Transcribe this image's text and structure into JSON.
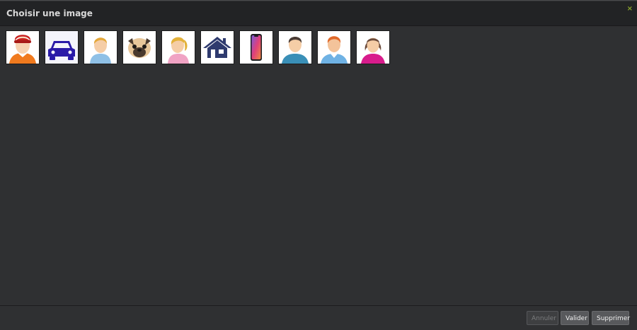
{
  "dialog": {
    "title": "Choisir une image",
    "close_glyph": "×"
  },
  "images": [
    {
      "icon": "boy-red-cap-icon"
    },
    {
      "icon": "car-icon"
    },
    {
      "icon": "child-icon"
    },
    {
      "icon": "pug-dog-icon"
    },
    {
      "icon": "girl-icon"
    },
    {
      "icon": "house-icon"
    },
    {
      "icon": "smartphone-icon"
    },
    {
      "icon": "man-icon"
    },
    {
      "icon": "man-shirt-icon"
    },
    {
      "icon": "woman-icon"
    }
  ],
  "footer": {
    "cancel_label": "Annuler",
    "ok_label": "Valider",
    "delete_label": "Supprimer"
  },
  "colors": {
    "background": "#2f3032",
    "header": "#222325",
    "close": "#8aa52a"
  }
}
